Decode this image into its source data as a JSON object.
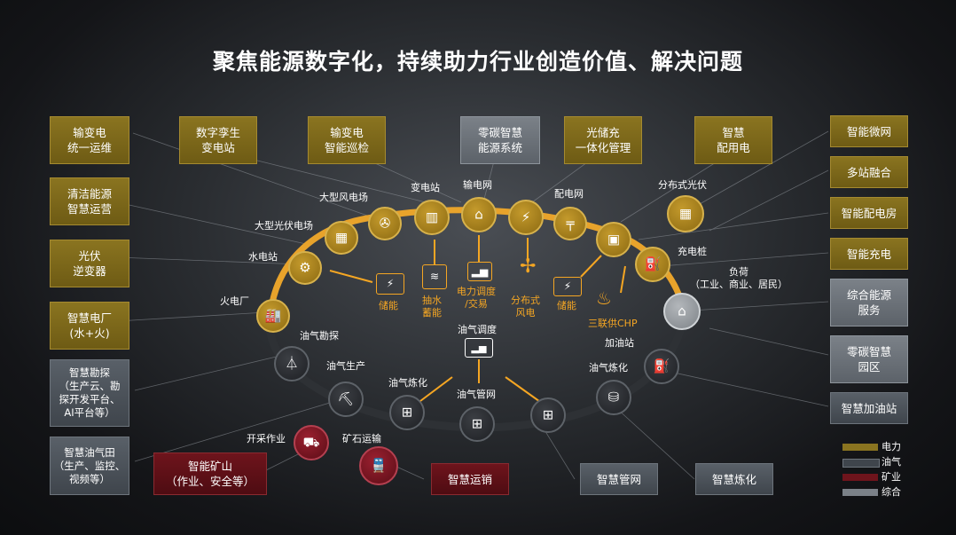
{
  "title": "聚焦能源数字化，持续助力行业创造价值、解决问题",
  "top_boxes": [
    "输变电\n统一运维",
    "数字孪生\n变电站",
    "输变电\n智能巡检",
    "零碳智慧\n能源系统",
    "光储充\n一体化管理",
    "智慧\n配用电"
  ],
  "left_boxes": [
    "清洁能源\n智慧运营",
    "光伏\n逆变器",
    "智慧电厂\n(水+火)",
    "智慧勘探\n（生产云、勘\n探开发平台、\nAI平台等）",
    "智慧油气田\n（生产、监控、\n视频等）"
  ],
  "right_boxes": [
    "智能微网",
    "多站融合",
    "智能配电房",
    "智能充电",
    "综合能源\n服务",
    "零碳智慧\n园区",
    "智慧加油站"
  ],
  "bottom_boxes": [
    "智能矿山\n（作业、安全等）",
    "智慧运销",
    "智慧管网",
    "智慧炼化"
  ],
  "ring_labels": {
    "huodianchang": "火电厂",
    "shuidianzhan": "水电站",
    "guangfu": "大型光伏电场",
    "fengdian": "大型风电场",
    "biandianzhan": "变电站",
    "shudianwang": "输电网",
    "peidianwang": "配电网",
    "fenbushi": "分布式光伏",
    "chongdianzhuang": "充电桩",
    "fuhe": "负荷\n（工业、商业、居民）",
    "jiayouzhan": "加油站",
    "youqilianhua_r": "油气炼化",
    "youqiguanwang": "油气管网",
    "youqilianhua_l": "油气炼化",
    "youqishengchan": "油气生产",
    "youqikantan": "油气勘探",
    "kaicai": "开采作业",
    "kuangshi": "矿石运输"
  },
  "inner_labels": {
    "chuneng1": "储能",
    "choushui": "抽水\n蓄能",
    "diaodu": "电力调度\n/交易",
    "fengdian2": "分布式\n风电",
    "chuneng2": "储能",
    "chp": "三联供CHP",
    "youqidiaodu": "油气调度"
  },
  "legend": [
    "电力",
    "油气",
    "矿业",
    "综合"
  ],
  "colors": {
    "gold": "#8a7420",
    "oil": "#3f454c",
    "mine": "#6e141c",
    "integrated": "#7b8188",
    "arrow": "#f5a623"
  }
}
